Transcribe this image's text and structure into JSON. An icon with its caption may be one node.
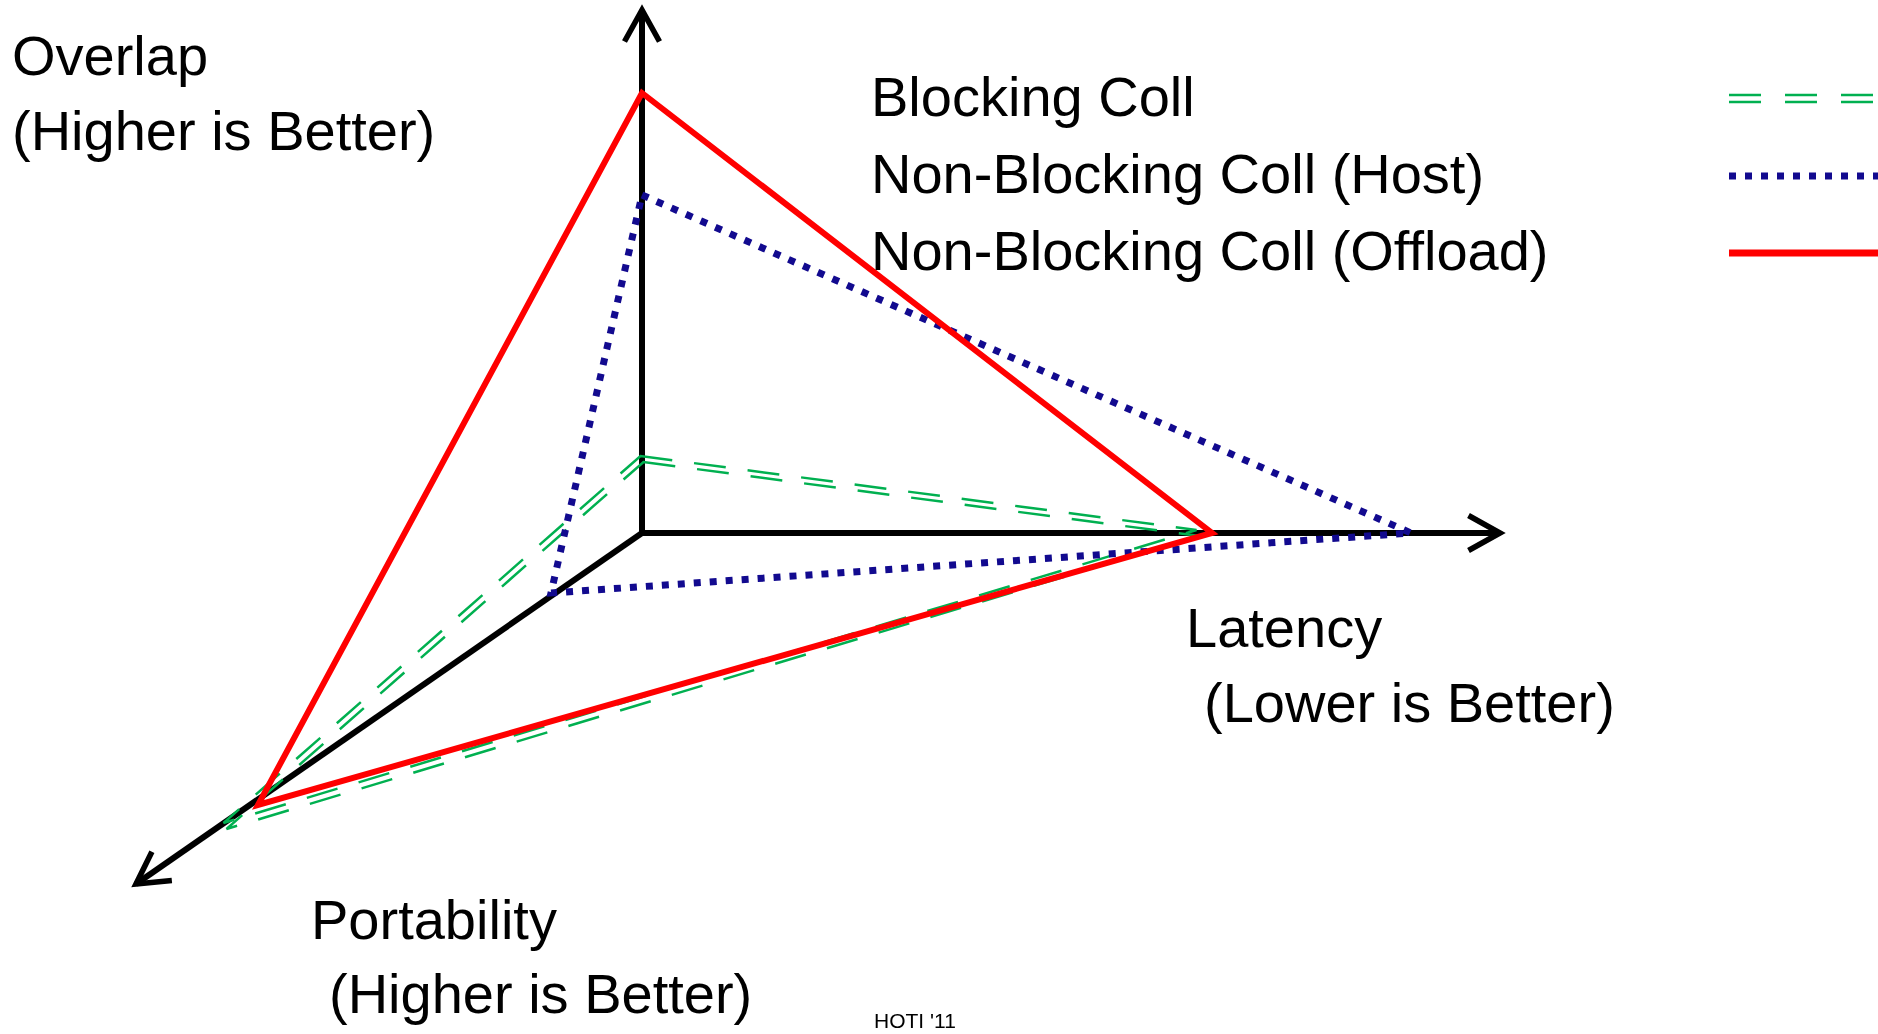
{
  "diagram": {
    "labels": [
      "Overlap",
      "(Higher is Better)",
      "Latency",
      "(Lower is Better)",
      "Portability",
      "(Higher is Better)",
      "HOTI '11"
    ],
    "legend": [
      {
        "text": "Blocking Coll"
      },
      {
        "text": "Non-Blocking Coll (Host)"
      },
      {
        "text": "Non-Blocking Coll (Offload)"
      }
    ]
  }
}
